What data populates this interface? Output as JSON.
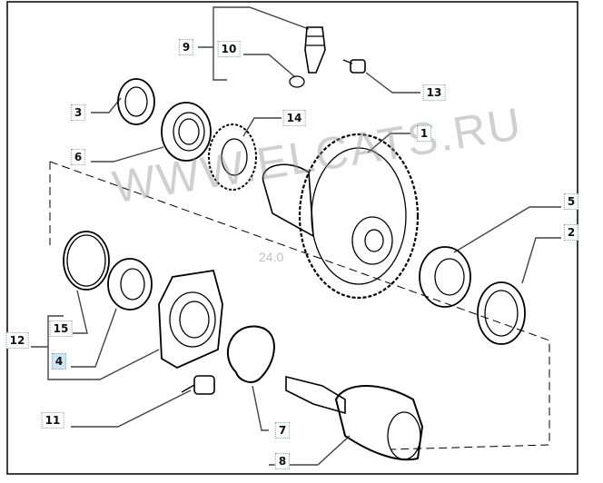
{
  "diagram": {
    "watermark": "WWW.ELCATS.RU",
    "watermark_date": "24.0",
    "highlighted_label": "4",
    "labels": [
      "9",
      "10",
      "13",
      "3",
      "14",
      "6",
      "1",
      "5",
      "2",
      "15",
      "12",
      "4",
      "11",
      "7",
      "8"
    ]
  }
}
